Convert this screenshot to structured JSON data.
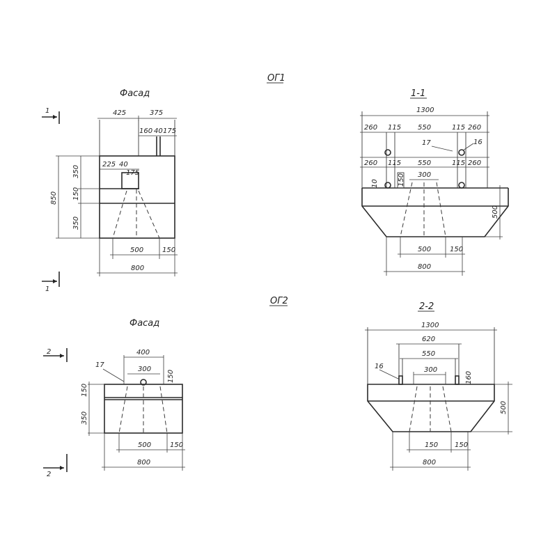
{
  "og1": {
    "title": "ОГ1",
    "facade": {
      "title": "Фасад",
      "cut_mark": "1",
      "dims": {
        "top_left": "425",
        "top_right": "375",
        "d160": "160",
        "d40a": "40",
        "d175a": "175",
        "d225": "225",
        "d40b": "40",
        "d175b": "175",
        "v850": "850",
        "v350a": "350",
        "v150": "150",
        "v350b": "350",
        "b500": "500",
        "b150": "150",
        "b800": "800"
      }
    },
    "section": {
      "title": "1-1",
      "dims": {
        "total": "1300",
        "r1": [
          "260",
          "115",
          "550",
          "115",
          "260"
        ],
        "r2": [
          "260",
          "115",
          "550",
          "115",
          "260"
        ],
        "l17": "17",
        "l16": "16",
        "d10": "10",
        "d150": "150",
        "d300": "300",
        "h500": "500",
        "b500": "500",
        "b150": "150",
        "b800": "800"
      }
    }
  },
  "og2": {
    "title": "ОГ2",
    "facade": {
      "title": "Фасад",
      "cut_mark": "2",
      "dims": {
        "d400": "400",
        "d300": "300",
        "l17": "17",
        "d150r": "150",
        "v150": "150",
        "v350": "350",
        "b500": "500",
        "b150": "150",
        "b800": "800"
      }
    },
    "section": {
      "title": "2-2",
      "dims": {
        "total": "1300",
        "d620": "620",
        "d550": "550",
        "d300": "300",
        "l16": "16",
        "d160": "160",
        "h500": "500",
        "b150a": "150",
        "b150b": "150",
        "b800": "800"
      }
    }
  }
}
